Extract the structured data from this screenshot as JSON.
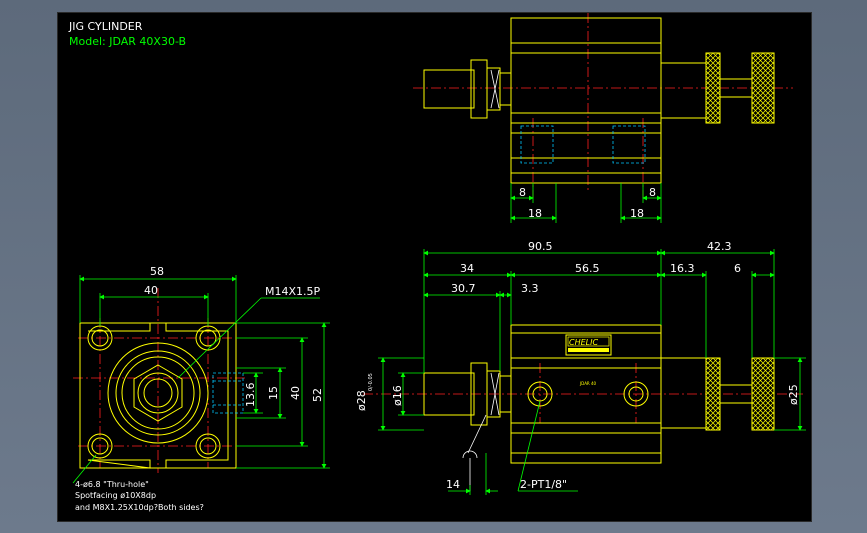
{
  "title_block": {
    "title": "JIG CYLINDER",
    "model": "Model: JDAR 40X30-B"
  },
  "top_view": {
    "dims": [
      "8",
      "8",
      "18",
      "18"
    ]
  },
  "end_view": {
    "dims": [
      "58",
      "40",
      "13.6",
      "15",
      "40",
      "52"
    ],
    "thread_callout": "M14X1.5P",
    "notes": [
      "4-ø6.8 \"Thru-hole\"",
      "Spotfacing  ø10X8dp",
      "and M8X1.25X10dp?Both sides?"
    ]
  },
  "side_view": {
    "dims": [
      "90.5",
      "42.3",
      "34",
      "56.5",
      "16.3",
      "6",
      "30.7",
      "3.3",
      "ø25",
      "14"
    ],
    "rod_dia": "ø16",
    "bore_dia": "ø28",
    "bore_tol": "0/-0.05",
    "port_callout": "2-PT1/8\"",
    "brand_plate": "CHELIC",
    "plate_small_text": "JDAR 40"
  },
  "colors": {
    "outline": "#ffff00",
    "dimension": "#00ff00",
    "center_line": "#ff2020",
    "hidden_line": "#00c8ff",
    "background": "#000000",
    "frame": "#5d6a7b"
  }
}
